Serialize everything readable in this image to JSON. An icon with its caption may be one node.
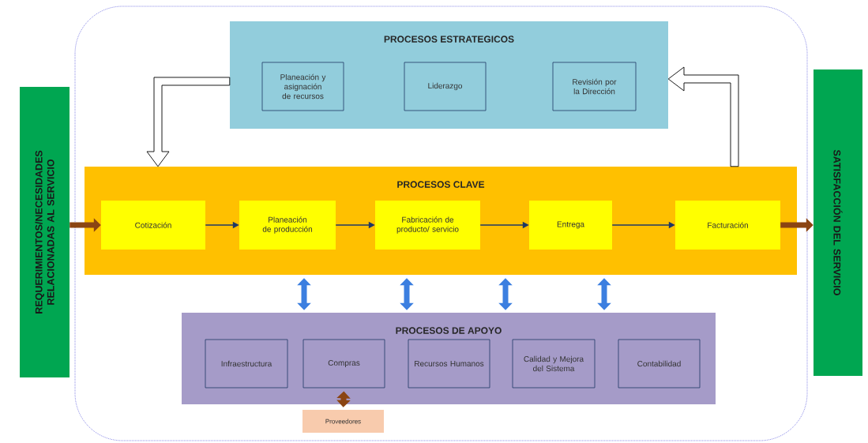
{
  "diagram": {
    "nodes": [
      {
        "text": [
          "REQUERIMIENTOS/NECESIDADES RELACIONADAS AL SERVICIO"
        ]
      },
      {
        "text": [
          "PROCESOS ESTRATEGICOS"
        ]
      },
      {
        "text": [
          "Planeación y asignación de recursos"
        ],
        "in": 1
      },
      {
        "text": [
          "Liderazgo"
        ],
        "in": 1
      },
      {
        "text": [
          "Revisión por la Dirección"
        ],
        "in": 1
      },
      {
        "text": [
          "PROCESOS CLAVE"
        ]
      },
      {
        "text": [
          "Cotización"
        ],
        "in": 5
      },
      {
        "text": [
          "Planeación de producción"
        ],
        "in": 5
      },
      {
        "text": [
          "Fabricación de producto/ servicio"
        ],
        "in": 5
      },
      {
        "text": [
          "Entrega"
        ],
        "in": 5
      },
      {
        "text": [
          "Facturación"
        ],
        "in": 5
      },
      {
        "text": [
          "PROCESOS DE APOYO"
        ]
      },
      {
        "text": [
          "Infraestructura"
        ],
        "in": 11
      },
      {
        "text": [
          "Compras"
        ],
        "in": 11
      },
      {
        "text": [
          "Recursos Humanos"
        ],
        "in": 11
      },
      {
        "text": [
          "Calidad y Mejora del Sistema"
        ],
        "in": 11
      },
      {
        "text": [
          "Contabilidad"
        ],
        "in": 11
      },
      {
        "text": [
          "Proveedores"
        ]
      },
      {
        "text": [
          "SATISFACCIÓN DEL SERVICIO"
        ]
      }
    ],
    "edges": [
      {
        "from": 0,
        "to": 6,
        "arrow": "to",
        "color": "#8b4513"
      },
      {
        "from": 6,
        "to": 7,
        "arrow": "to"
      },
      {
        "from": 7,
        "to": 8,
        "arrow": "to"
      },
      {
        "from": 8,
        "to": 9,
        "arrow": "to"
      },
      {
        "from": 9,
        "to": 10,
        "arrow": "to"
      },
      {
        "from": 10,
        "to": 18,
        "arrow": "to",
        "color": "#8b4513"
      },
      {
        "from": 1,
        "to": 5,
        "arrow": "to",
        "color": "#ffffff"
      },
      {
        "from": 5,
        "to": 1,
        "arrow": "to",
        "color": "#ffffff"
      },
      {
        "from": 5,
        "to": 11,
        "arrow": "both",
        "color": "#3c7fe0"
      },
      {
        "from": 5,
        "to": 11,
        "arrow": "both",
        "color": "#3c7fe0"
      },
      {
        "from": 5,
        "to": 11,
        "arrow": "both",
        "color": "#3c7fe0"
      },
      {
        "from": 5,
        "to": 11,
        "arrow": "both",
        "color": "#3c7fe0"
      },
      {
        "from": 13,
        "to": 17,
        "arrow": "both",
        "color": "#8b4513"
      }
    ]
  }
}
